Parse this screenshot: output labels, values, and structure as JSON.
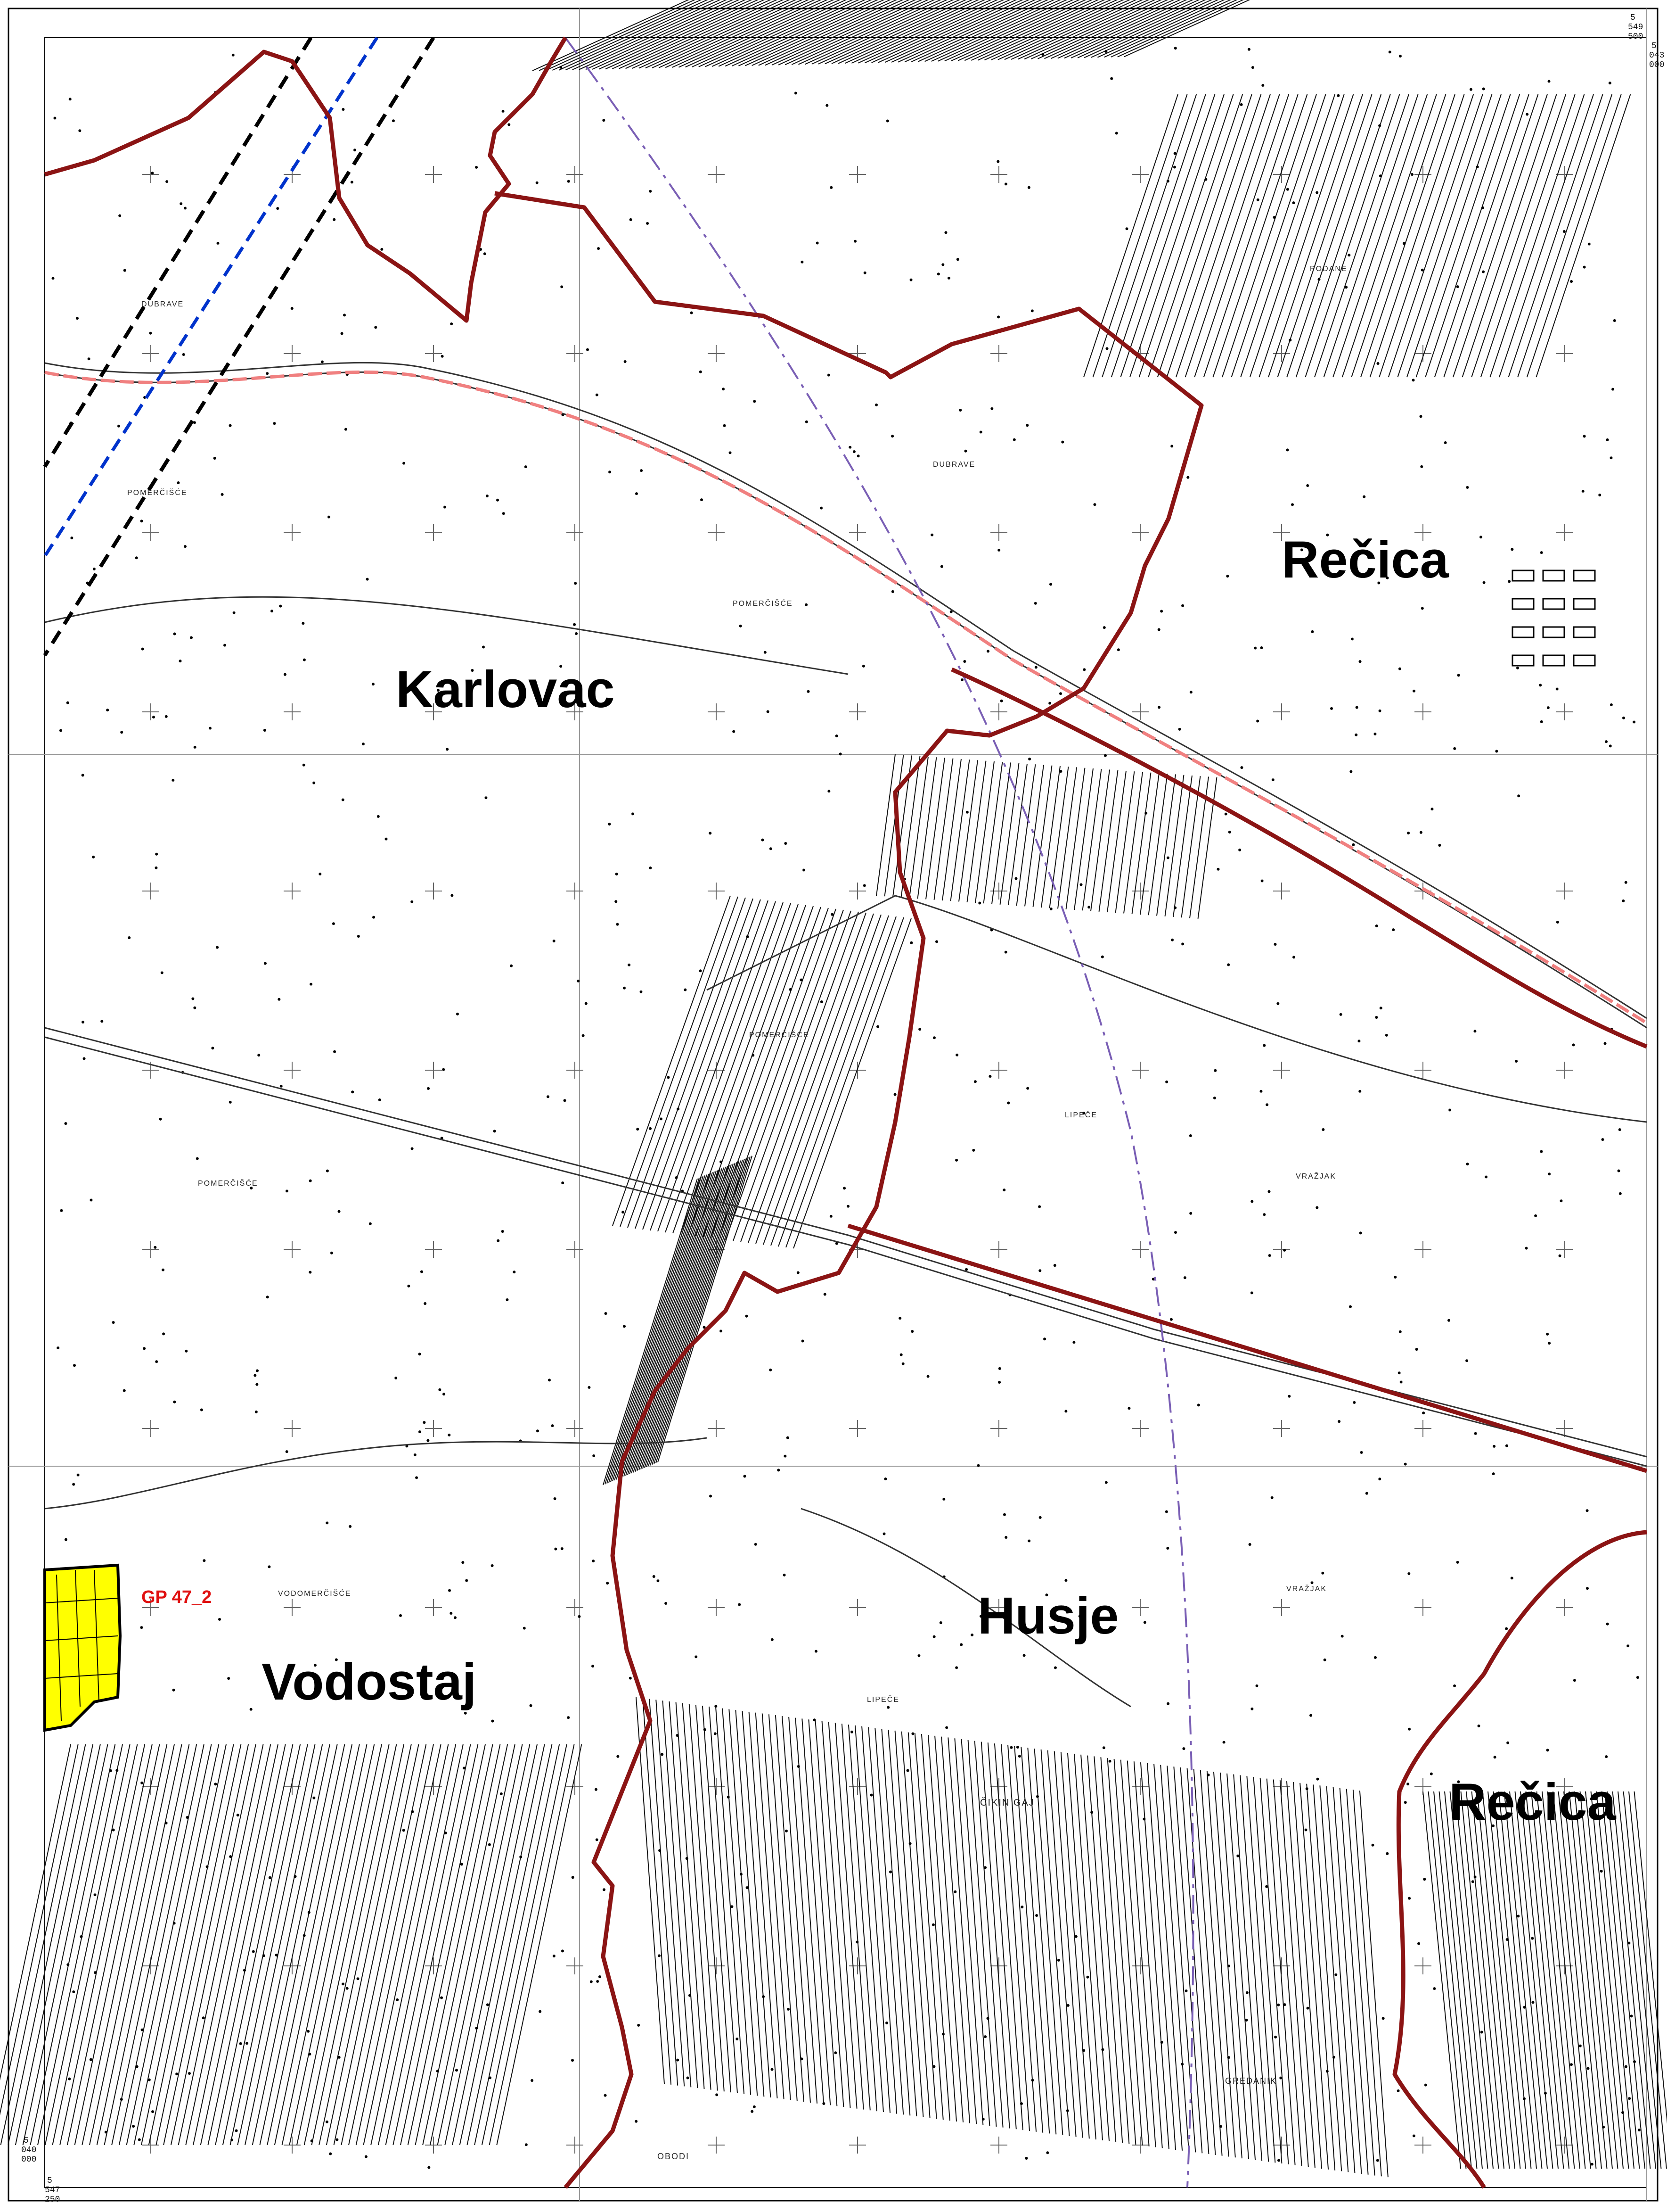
{
  "map": {
    "municipality_labels": [
      "Karlovac",
      "Rečica",
      "Husje",
      "Vodostaj",
      "Rečica"
    ],
    "place_names": [
      "DUBRAVE",
      "POMERČIŠĆE",
      "DUBRAVE",
      "POMERČIŠĆE",
      "PODANE",
      "POMERČIŠĆE",
      "POMERČIŠĆE",
      "LIPEČE",
      "VRAŽJAK",
      "VODOMERČIŠĆE",
      "LIPEČE",
      "ČIKIN GAJ",
      "VRAŽJAK",
      "GREDANIK",
      "OBODI"
    ],
    "zone_label": "GP 47_2",
    "corner_coords": {
      "top_right_easting": [
        "5",
        "549",
        "500"
      ],
      "right_northing": [
        "5",
        "043",
        "000"
      ],
      "bottom_left_northing": [
        "5",
        "040",
        "000"
      ],
      "bottom_left_easting": [
        "5",
        "547",
        "250"
      ]
    },
    "colors": {
      "boundary": "#8b1414",
      "zone_fill": "#ffff00",
      "road_overlay": "#f08080",
      "dashed_blue": "#0033cc",
      "dashed_purple": "#7a5fb5"
    }
  }
}
